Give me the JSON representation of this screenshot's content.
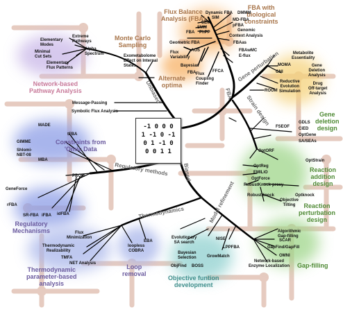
{
  "matrix": {
    "rows": [
      "-1 0 0 0",
      "1 -1 0 -1",
      "0 1 -1 0",
      "0 0 1 1"
    ]
  },
  "branches": {
    "unbiased": "Unbiased",
    "biased": "Biased",
    "fba": "FBA",
    "gene_perturbation": "Gene perturbation",
    "strain_design": "Strain design",
    "regulatory_methods": "Regulatory methods",
    "thermodynamics": "Thermodynamics",
    "model_refinement": "Model refinement"
  },
  "categories": {
    "flux_balance": "Flux Balance\nAnalysis (FBA)",
    "fba_bio": "FBA with\nbiological\nconstraints",
    "monte_carlo": "Monte Carlo\nSampling",
    "network_based": "Network-based\nPathway Analysis",
    "alternate_optima": "Alternate\noptima",
    "omic_constraints": "Constraints from\n'Omic Data",
    "gene_deletion": "Gene\ndeletion\ndesign",
    "reaction_addition": "Reaction\naddition\ndesign",
    "reaction_perturbation": "Reaction\nperturbation\ndesign",
    "regulatory_mechanisms": "Regulatory\nMechanisms",
    "thermodynamic": "Thermodynamic\nparameter-based\nanalysis",
    "loop_removal": "Loop\nremoval",
    "objective_function": "Objective funtion\ndevelopment",
    "gap_filling": "Gap-filling"
  },
  "methods": {
    "dynamic_fba": "Dynamic FBA",
    "dmmm": "DMMM",
    "sim": "SIM",
    "md_fba": "MD-FBA",
    "sem": "SEM",
    "pfba": "pFBA",
    "smm": "SMM",
    "genomic": "Genomic",
    "fba1": "FBA",
    "phpp": "PhPP",
    "context_analysis": "Context Analysis",
    "geometric_fba": "Geometric FBA",
    "fba_as": "FBAas",
    "fbawmc": "FBAwMC",
    "aos": "AOS",
    "e_flux": "E-flux",
    "flux_variability": "Flux\nVariability",
    "bayesian": "Bayesian",
    "flux_coupling": "Flux\nCoupling\nFinder",
    "fba2": "FBA",
    "ffca": "FFCA",
    "elementary_modes": "Elementary\nModes",
    "extreme_pathways": "Extreme\nPathways",
    "alpha_spectrum": "Alpha\nSpectrum",
    "minimal_cut_sets": "Minimal\nCut Sets",
    "elementary_flux_patterns": "Elementary\nFlux Patterns",
    "exometabolome": "Exometabolome\nEffect on Internal\nStates",
    "message_passing": "Message-Passing",
    "symbolic_flux": "Symbolic Flux Analysis",
    "metabolite_essentiality": "Metabolite\nEssentiality",
    "moma": "MOMA",
    "gni": "GNI",
    "gene_deletion_analysis": "Gene\nDeletion\nAnalysis",
    "reductive_evolution": "Reductive\nEvolution\nSimulation",
    "drug_off_target": "Drug\nOff-target\nAnalysis",
    "room": "ROOM",
    "made": "MADE",
    "tfba": "tFBA",
    "gimme": "GIMME",
    "shlomi": "Shlomi-\nNBT-08",
    "mba": "MBA",
    "fseof": "FSEOF",
    "gdls": "GDLS",
    "cied": "CiED",
    "optgene": "OptGene",
    "sa_seas": "SA/SEAs",
    "optorf": "OptORF",
    "optstrain": "OptStrain",
    "optreg": "OptReg",
    "emilio": "EMILiO",
    "optforce": "OptForce",
    "robustknock_proxy": "RobustKnock-proxy",
    "robustknock": "RobustKnock",
    "optknock": "Optknock",
    "objective_tilting": "Objective\nTilting",
    "prom": "PROM",
    "geneforce": "GeneForce",
    "rfba": "rFBA",
    "sr_fba": "SR-FBA",
    "ifba": "iFBA",
    "idfba": "idFBA",
    "flux_minimization": "Flux\nMinimization",
    "thermo_realizability": "Thermodynamic\nRealizability",
    "tmfa": "TMFA",
    "net_analysis": "NET Analysis",
    "loopless_cobra": "loopless\nCOBRA",
    "eba": "EBA",
    "evolutionary_sa": "Evolutionary\nSA search",
    "bayesian_selection": "Bayesian\nSelection",
    "objfind": "ObjFind",
    "boss": "BOSS",
    "nise": "NISE",
    "lppfba": "LPPFBA",
    "growmatch": "GrowMatch",
    "algorithmic_gap": "Algorithmic\nGap-filling",
    "scar": "SCAR",
    "gapfind": "GapFind/GapFill",
    "omni": "OMNI",
    "network_based_enzyme": "Network-based\nEnzyme Localization"
  },
  "colors": {
    "orange_blob": "#f7b267",
    "blue_blob": "#8c9de6",
    "green_blob": "#9fd68a",
    "teal_blob": "#8fd0cf",
    "brown_text": "#a8754a",
    "purple_text": "#6a5a9e",
    "network_text": "#c87a9a",
    "green_text": "#4f8a35",
    "teal_text": "#3c8d8a",
    "tree_line": "#000000",
    "background_line": "#e2c7bb"
  }
}
